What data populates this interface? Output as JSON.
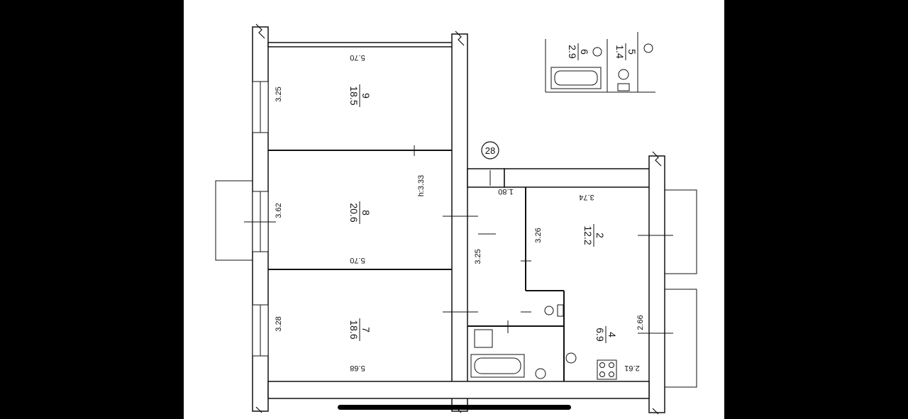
{
  "plan": {
    "marker": "28",
    "rooms": [
      {
        "id": "9",
        "area": "18.5",
        "dims": [
          "5.70",
          "3.25"
        ]
      },
      {
        "id": "8",
        "area": "20.6",
        "dims": [
          "5.70",
          "3.62",
          "h:3.33"
        ]
      },
      {
        "id": "7",
        "area": "18.6",
        "dims": [
          "5.68",
          "3.28"
        ]
      },
      {
        "id": "2",
        "area": "12.2",
        "dims": [
          "3.74",
          "3.26"
        ]
      },
      {
        "id": "4",
        "area": "6.9",
        "dims": [
          "2.66",
          "2.61"
        ]
      },
      {
        "id": "6",
        "area": "2.9"
      },
      {
        "id": "5",
        "area": "1.4"
      }
    ],
    "corridor_dims": [
      "1.80",
      "3.25"
    ]
  }
}
